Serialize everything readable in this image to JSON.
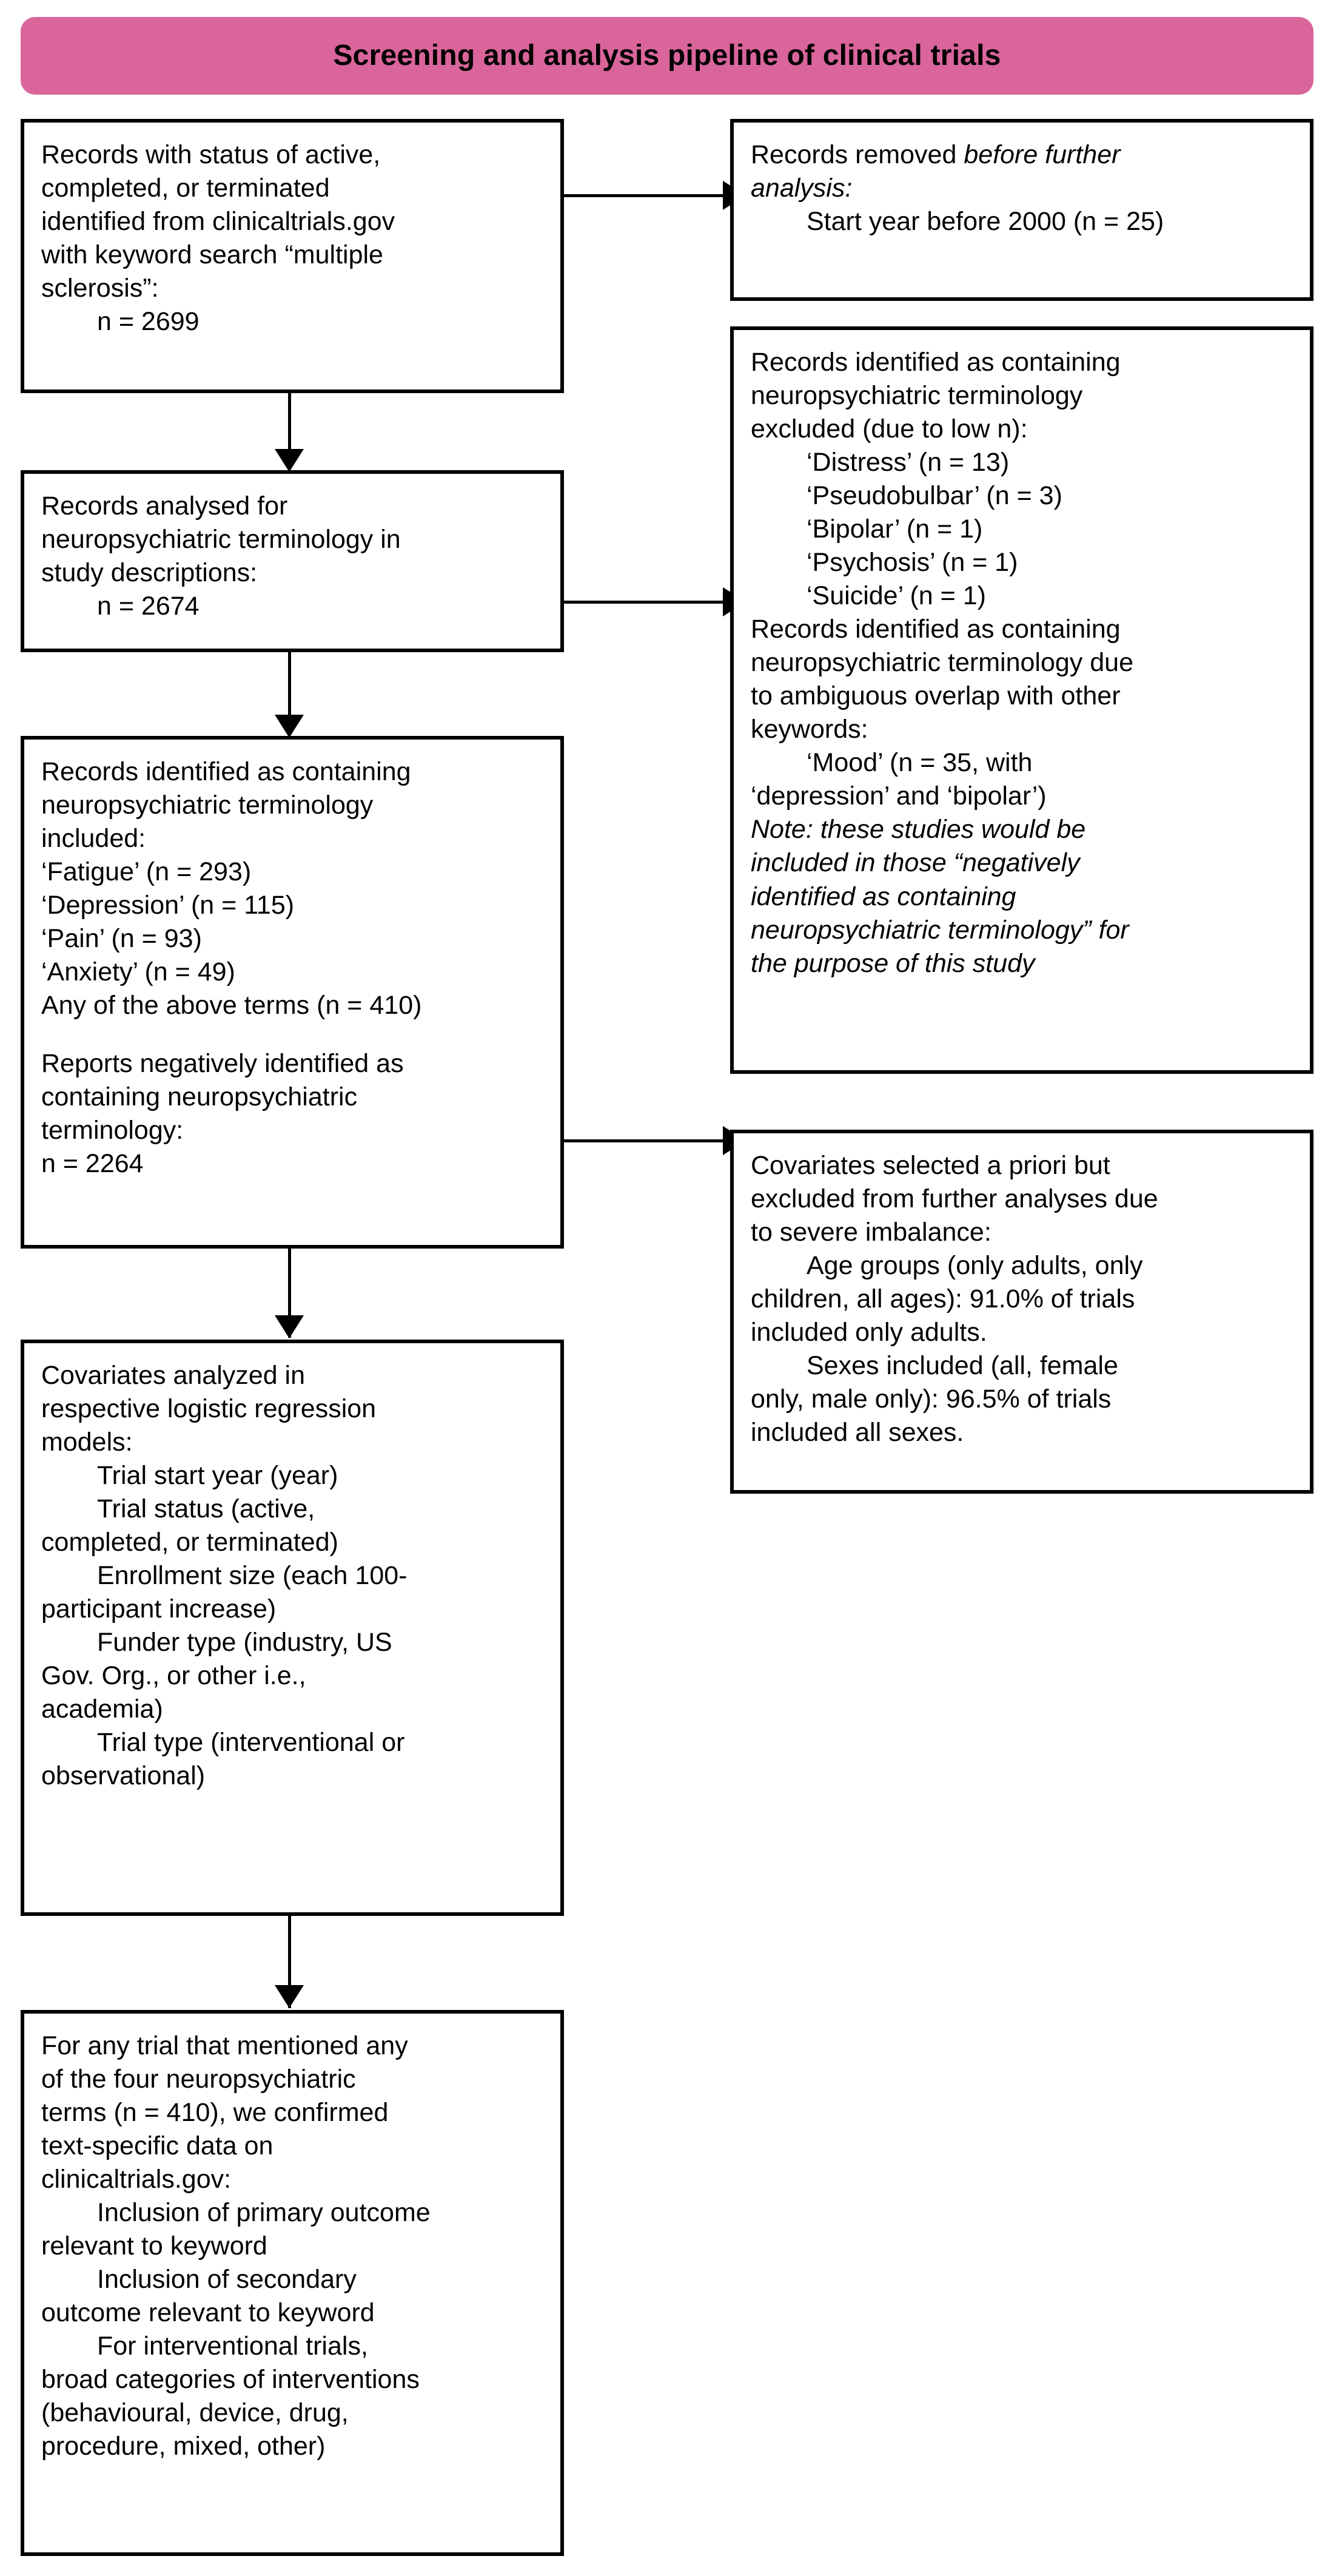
{
  "figure": {
    "title": "Screening and analysis pipeline of clinical trials",
    "banner_color": "#d9659b",
    "border_color": "#000000",
    "background_color": "#ffffff"
  },
  "nodes": {
    "records_identified": {
      "lines": [
        "Records with status of active,",
        "completed, or terminated",
        "identified from clinicaltrials.gov",
        "with keyword search “multiple",
        "sclerosis”:",
        "n = 2699"
      ]
    },
    "records_removed": {
      "lines": [
        "Records removed before further",
        "analysis:",
        "Start year before 2000 (n = 25)"
      ]
    },
    "records_analysed": {
      "lines": [
        "Records analysed for",
        "neuropsychiatric terminology in",
        "study descriptions:",
        "n = 2674"
      ]
    },
    "records_excluded": {
      "lines": [
        "Records identified as containing",
        "neuropsychiatric terminology",
        "excluded (due to low n):",
        "‘Distress’ (n = 13)",
        "‘Pseudobulbar’ (n = 3)",
        "‘Bipolar’ (n = 1)",
        "‘Psychosis’ (n = 1)",
        "‘Suicide’ (n = 1)",
        "Records identified as containing",
        "neuropsychiatric terminology due",
        "to ambiguous overlap with other",
        "keywords:",
        "‘Mood’ (n = 35, with",
        "‘depression’ and ‘bipolar’)",
        "Note: these studies would be",
        "included in those “negatively",
        "identified as containing",
        "neuropsychiatric terminology” for",
        "the purpose of this study"
      ]
    },
    "records_included": {
      "lines": [
        "Records identified as containing",
        "neuropsychiatric terminology",
        "included:",
        "‘Fatigue’ (n = 293)",
        "‘Depression’ (n = 115)",
        "‘Pain’ (n = 93)",
        "‘Anxiety’ (n = 49)",
        "Any of the above terms (n = 410)",
        "",
        "Reports negatively identified as",
        "containing neuropsychiatric",
        "terminology:",
        "n = 2264"
      ]
    },
    "covariates_excluded": {
      "lines": [
        "Covariates selected a priori but",
        "excluded from further analyses due",
        "to severe imbalance:",
        "Age groups (only adults, only",
        "children, all ages): 91.0% of trials",
        "included only adults.",
        "Sexes included (all, female",
        "only, male only): 96.5% of trials",
        "included all sexes."
      ]
    },
    "covariates_analyzed": {
      "lines": [
        "Covariates analyzed in",
        "respective logistic regression",
        "models:",
        "Trial start year (year)",
        "Trial status (active,",
        "completed, or terminated)",
        "Enrollment size (each 100-",
        "participant increase)",
        "Funder type (industry, US",
        "Gov. Org., or other i.e.,",
        "academia)",
        "Trial type (interventional or",
        "observational)"
      ]
    },
    "text_confirmation": {
      "lines": [
        "For any trial that mentioned any",
        "of the four neuropsychiatric",
        "terms (n = 410), we confirmed",
        "text-specific data on",
        "clinicaltrials.gov:",
        "Inclusion of primary outcome",
        "relevant to keyword",
        "Inclusion of secondary",
        "outcome relevant to keyword",
        "For interventional trials,",
        "broad categories of interventions",
        "(behavioural, device, drug,",
        "procedure, mixed, other)"
      ]
    }
  }
}
